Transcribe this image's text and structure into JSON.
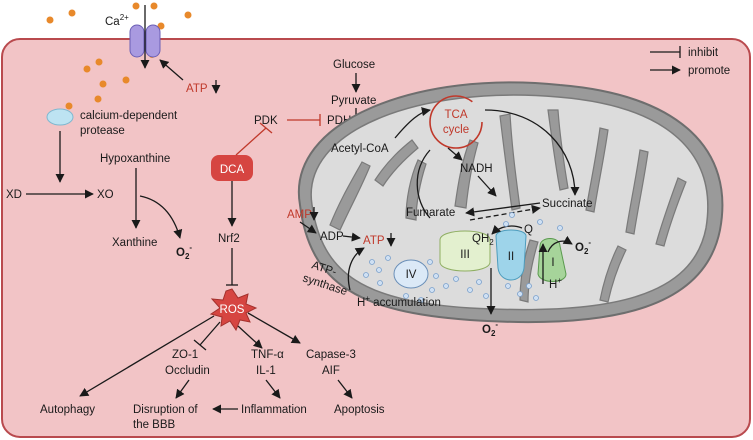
{
  "legend": {
    "inhibit": "inhibit",
    "promote": "promote"
  },
  "membrane": {
    "ion": "Ca",
    "ion_charge": "2+",
    "atp": "ATP"
  },
  "left": {
    "protease_1": "calcium-dependent",
    "protease_2": "protease",
    "hypoxanthine": "Hypoxanthine",
    "xd": "XD",
    "xo": "XO",
    "xanthine": "Xanthine",
    "superoxide": "O",
    "superoxide_sub": "2",
    "superoxide_sup": "-"
  },
  "center": {
    "dca": "DCA",
    "pdk": "PDK",
    "pdh": "PDH",
    "nrf2": "Nrf2",
    "ros": "ROS"
  },
  "pathway": {
    "glucose": "Glucose",
    "pyruvate": "Pyruvate",
    "acetyl_coa": "Acetyl-CoA",
    "tca_1": "TCA",
    "tca_2": "cycle",
    "nadh": "NADH",
    "succinate": "Succinate",
    "fumarate": "Fumarate",
    "amp": "AMP",
    "adp": "ADP",
    "atp": "ATP",
    "atp_synthase_1": "ATP-",
    "atp_synthase_2": "synthase",
    "qh2": "QH",
    "qh2_sub": "2",
    "q": "Q",
    "complex_1": "I",
    "complex_2": "II",
    "complex_3": "III",
    "complex_4": "IV",
    "h_accumulation_h": "H",
    "h_accumulation_sup": "+",
    "h_accumulation_rest": " accumulation",
    "h_plus": "H",
    "h_plus_sup": "+",
    "o2_right": "O",
    "o2_right_sub": "2",
    "o2_right_sup": "-",
    "o2_bottom": "O",
    "o2_bottom_sub": "2",
    "o2_bottom_sup": "-"
  },
  "outcomes": {
    "zo1": "ZO-1",
    "occludin": "Occludin",
    "tnf": "TNF-α",
    "il1": "IL-1",
    "caspase": "Capase-3",
    "aif": "AIF",
    "autophagy": "Autophagy",
    "bbb_1": "Disruption of",
    "bbb_2": "the BBB",
    "inflammation": "Inflammation",
    "apoptosis": "Apoptosis"
  },
  "colors": {
    "cell_fill": "#f2c4c6",
    "cell_border": "#b94a4e",
    "accent_red": "#c0392b",
    "mito_outer": "#8c8c8c",
    "mito_matrix": "#dcdcdc",
    "dca_fill": "#d64541"
  }
}
